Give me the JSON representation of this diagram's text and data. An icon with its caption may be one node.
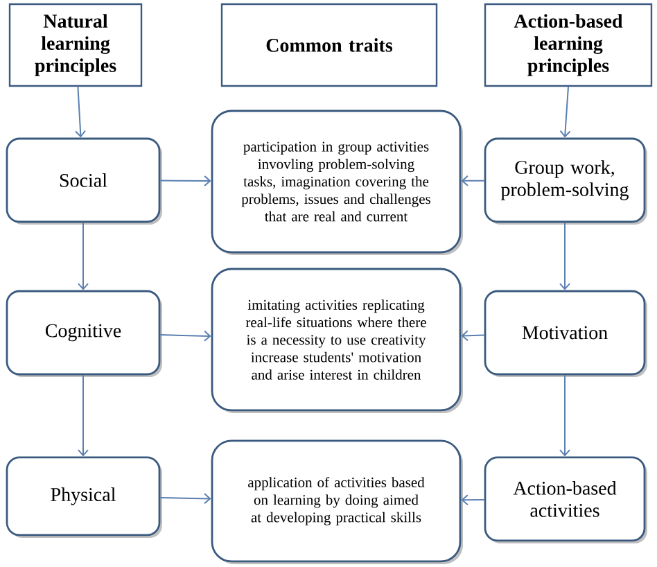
{
  "diagram": {
    "nodes": [
      {
        "text": [
          "Natural learning principles"
        ]
      },
      {
        "text": [
          "Common traits"
        ]
      },
      {
        "text": [
          "Action-based learning principles"
        ]
      },
      {
        "text": [
          "Social"
        ]
      },
      {
        "text": [
          "participation in group activities invovling problem-solving tasks, imagination covering the problems, issues and challenges that are real and current"
        ]
      },
      {
        "text": [
          "Group work, problem-solving"
        ]
      },
      {
        "text": [
          "Cognitive"
        ]
      },
      {
        "text": [
          "imitating activities replicating real-life situations where there is a necessity to use creativity increase students' motivation and arise interest in children"
        ]
      },
      {
        "text": [
          "Motivation"
        ]
      },
      {
        "text": [
          "Physical"
        ]
      },
      {
        "text": [
          "application of activities based on learning by doing aimed at developing practical skills"
        ]
      },
      {
        "text": [
          "Action-based activities"
        ]
      }
    ],
    "edges": [
      {
        "from": 0,
        "to": 3,
        "arrow": "to"
      },
      {
        "from": 3,
        "to": 6,
        "arrow": "to"
      },
      {
        "from": 6,
        "to": 9,
        "arrow": "to"
      },
      {
        "from": 2,
        "to": 5,
        "arrow": "to"
      },
      {
        "from": 5,
        "to": 8,
        "arrow": "to"
      },
      {
        "from": 8,
        "to": 11,
        "arrow": "to"
      },
      {
        "from": 3,
        "to": 4,
        "arrow": "to"
      },
      {
        "from": 5,
        "to": 4,
        "arrow": "to"
      },
      {
        "from": 6,
        "to": 7,
        "arrow": "to"
      },
      {
        "from": 8,
        "to": 7,
        "arrow": "to"
      },
      {
        "from": 9,
        "to": 10,
        "arrow": "to"
      },
      {
        "from": 11,
        "to": 10,
        "arrow": "to"
      }
    ]
  }
}
